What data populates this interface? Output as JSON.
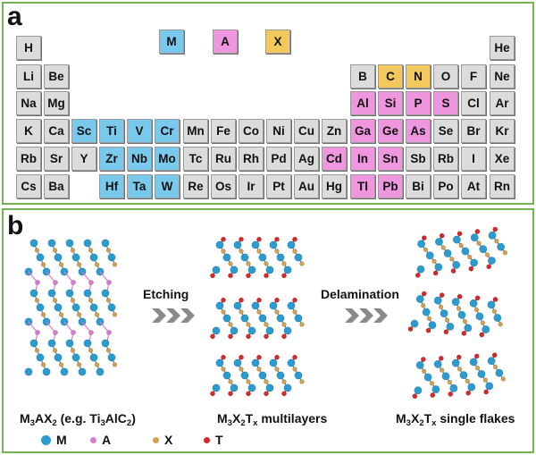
{
  "panel_labels": {
    "a": "a",
    "b": "b"
  },
  "legend_keys": [
    {
      "label": "M",
      "cls": "c-m"
    },
    {
      "label": "A",
      "cls": "c-a"
    },
    {
      "label": "X",
      "cls": "c-x"
    }
  ],
  "periodic_table": {
    "rows": [
      [
        {
          "s": "H",
          "t": "n"
        },
        {
          "s": "He",
          "t": "n"
        }
      ],
      [
        {
          "s": "Li",
          "t": "n"
        },
        {
          "s": "Be",
          "t": "n"
        },
        {
          "s": "B",
          "t": "n"
        },
        {
          "s": "C",
          "t": "x"
        },
        {
          "s": "N",
          "t": "x"
        },
        {
          "s": "O",
          "t": "n"
        },
        {
          "s": "F",
          "t": "n"
        },
        {
          "s": "Ne",
          "t": "n"
        }
      ],
      [
        {
          "s": "Na",
          "t": "n"
        },
        {
          "s": "Mg",
          "t": "n"
        },
        {
          "s": "Al",
          "t": "a"
        },
        {
          "s": "Si",
          "t": "a"
        },
        {
          "s": "P",
          "t": "a"
        },
        {
          "s": "S",
          "t": "a"
        },
        {
          "s": "Cl",
          "t": "n"
        },
        {
          "s": "Ar",
          "t": "n"
        }
      ],
      [
        {
          "s": "K",
          "t": "n"
        },
        {
          "s": "Ca",
          "t": "n"
        },
        {
          "s": "Sc",
          "t": "m"
        },
        {
          "s": "Ti",
          "t": "m"
        },
        {
          "s": "V",
          "t": "m"
        },
        {
          "s": "Cr",
          "t": "m"
        },
        {
          "s": "Mn",
          "t": "n"
        },
        {
          "s": "Fe",
          "t": "n"
        },
        {
          "s": "Co",
          "t": "n"
        },
        {
          "s": "Ni",
          "t": "n"
        },
        {
          "s": "Cu",
          "t": "n"
        },
        {
          "s": "Zn",
          "t": "n"
        },
        {
          "s": "Ga",
          "t": "a"
        },
        {
          "s": "Ge",
          "t": "a"
        },
        {
          "s": "As",
          "t": "a"
        },
        {
          "s": "Se",
          "t": "n"
        },
        {
          "s": "Br",
          "t": "n"
        },
        {
          "s": "Kr",
          "t": "n"
        }
      ],
      [
        {
          "s": "Rb",
          "t": "n"
        },
        {
          "s": "Sr",
          "t": "n"
        },
        {
          "s": "Y",
          "t": "n"
        },
        {
          "s": "Zr",
          "t": "m"
        },
        {
          "s": "Nb",
          "t": "m"
        },
        {
          "s": "Mo",
          "t": "m"
        },
        {
          "s": "Tc",
          "t": "n"
        },
        {
          "s": "Ru",
          "t": "n"
        },
        {
          "s": "Rh",
          "t": "n"
        },
        {
          "s": "Pd",
          "t": "n"
        },
        {
          "s": "Ag",
          "t": "n"
        },
        {
          "s": "Cd",
          "t": "a"
        },
        {
          "s": "In",
          "t": "a"
        },
        {
          "s": "Sn",
          "t": "a"
        },
        {
          "s": "Sb",
          "t": "n"
        },
        {
          "s": "Rb",
          "t": "n"
        },
        {
          "s": "I",
          "t": "n"
        },
        {
          "s": "Xe",
          "t": "n"
        }
      ],
      [
        {
          "s": "Cs",
          "t": "n"
        },
        {
          "s": "Ba",
          "t": "n"
        },
        {
          "s": "Hf",
          "t": "m"
        },
        {
          "s": "Ta",
          "t": "m"
        },
        {
          "s": "W",
          "t": "m"
        },
        {
          "s": "Re",
          "t": "n"
        },
        {
          "s": "Os",
          "t": "n"
        },
        {
          "s": "Ir",
          "t": "n"
        },
        {
          "s": "Pt",
          "t": "n"
        },
        {
          "s": "Au",
          "t": "n"
        },
        {
          "s": "Hg",
          "t": "n"
        },
        {
          "s": "Tl",
          "t": "a"
        },
        {
          "s": "Pb",
          "t": "a"
        },
        {
          "s": "Bi",
          "t": "n"
        },
        {
          "s": "Po",
          "t": "n"
        },
        {
          "s": "At",
          "t": "n"
        },
        {
          "s": "Rn",
          "t": "n"
        }
      ]
    ]
  },
  "steps": {
    "etching": "Etching",
    "delamination": "Delamination"
  },
  "captions": {
    "max": {
      "main": "M",
      "s1": "3",
      "m2": "AX",
      "s2": "2",
      "m3": " (e.g. Ti",
      "s3": "3",
      "m4": "AlC",
      "s4": "2",
      "m5": ")"
    },
    "multilayers": {
      "main": "M",
      "s1": "3",
      "m2": "X",
      "s2": "2",
      "m3": "T",
      "s3": "x",
      "m4": " multilayers"
    },
    "flakes": {
      "main": "M",
      "s1": "3",
      "m2": "X",
      "s2": "2",
      "m3": "T",
      "s3": "x",
      "m4": " single flakes"
    }
  },
  "legend": [
    {
      "label": "M",
      "color": "#2b9bd0"
    },
    {
      "label": "A",
      "color": "#d87ccc"
    },
    {
      "label": "X",
      "color": "#d2a24e"
    },
    {
      "label": "T",
      "color": "#d52828"
    }
  ],
  "colors": {
    "M": "#2b9bd0",
    "A": "#d87ccc",
    "X": "#d2a24e",
    "T": "#d52828",
    "border": "#74b353",
    "chevron": "#8a8a8a"
  }
}
